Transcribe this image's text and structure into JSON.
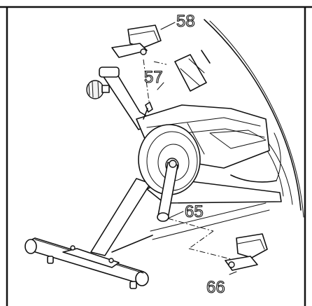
{
  "callouts": [
    {
      "id": "58",
      "text": "58"
    },
    {
      "id": "57",
      "text": "57"
    },
    {
      "id": "65",
      "text": "65"
    },
    {
      "id": "66",
      "text": "66"
    }
  ]
}
